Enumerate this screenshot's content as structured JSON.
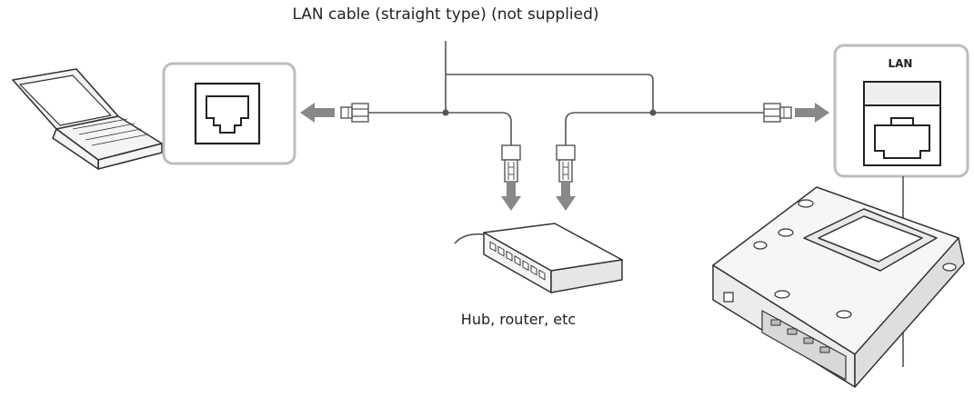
{
  "labels": {
    "cable": "LAN cable (straight type) (not supplied)",
    "hub": "Hub, router, etc",
    "lan_port": "LAN"
  },
  "colors": {
    "line": "#555555",
    "arrow": "#888888",
    "panel_border": "#bdbdbd",
    "device_fill": "#f4f4f4",
    "device_stroke": "#333333"
  },
  "icons": [
    "laptop-icon",
    "lan-port-icon",
    "rj45-plug-icon",
    "hub-icon",
    "projector-icon",
    "arrow-icon"
  ]
}
